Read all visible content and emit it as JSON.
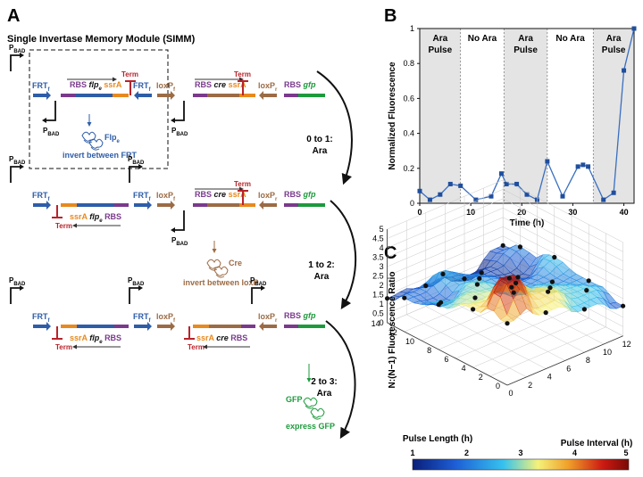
{
  "panel_labels": {
    "a": "A",
    "b": "B",
    "c": "C"
  },
  "panel_a": {
    "title": "Single Invertase Memory Module (SIMM)",
    "parts": {
      "pbad": "P",
      "pbad_sub": "BAD",
      "frt": "FRT",
      "frt_sub": "f",
      "loxp": "loxP",
      "sub_f": "f",
      "sub_r": "r",
      "rbs": "RBS",
      "flpe": "flp",
      "flpe_sub": "e",
      "cre": "cre",
      "ssra": "ssrA",
      "gfp": "gfp",
      "term": "Term"
    },
    "proteins": {
      "flp": "Flp",
      "flp_sub": "e",
      "flp_action": "invert between FRT",
      "cre": "Cre",
      "cre_action": "invert between loxP",
      "gfp": "GFP",
      "gfp_action": "express GFP"
    },
    "transitions": [
      {
        "label": "0 to 1:",
        "inducer": "Ara"
      },
      {
        "label": "1 to 2:",
        "inducer": "Ara"
      },
      {
        "label": "2 to 3:",
        "inducer": "Ara"
      }
    ],
    "colors": {
      "frt": "#2e5da8",
      "loxp": "#9b6b45",
      "rbs": "#7a3a8c",
      "ssra": "#e8891e",
      "term": "#b8232a",
      "gfp": "#1d9a3c",
      "arrow": "#444444"
    }
  },
  "panel_b": {
    "phases": [
      {
        "label": "Ara Pulse",
        "line1": "Ara",
        "line2": "Pulse",
        "shaded": true,
        "start": 0,
        "end": 8
      },
      {
        "label": "No Ara",
        "line1": "No Ara",
        "line2": "",
        "shaded": false,
        "start": 8,
        "end": 16.5
      },
      {
        "label": "Ara Pulse",
        "line1": "Ara",
        "line2": "Pulse",
        "shaded": true,
        "start": 16.5,
        "end": 25
      },
      {
        "label": "No Ara",
        "line1": "No Ara",
        "line2": "",
        "shaded": false,
        "start": 25,
        "end": 34
      },
      {
        "label": "Ara Pulse",
        "line1": "Ara",
        "line2": "Pulse",
        "shaded": true,
        "start": 34,
        "end": 42
      }
    ]
  },
  "chart_data": [
    {
      "type": "line",
      "xlabel": "Time (h)",
      "ylabel": "Normalized Fluorescence",
      "xlim": [
        0,
        42
      ],
      "ylim": [
        0,
        1
      ],
      "xticks": [
        "0",
        "10",
        "20",
        "30",
        "40"
      ],
      "xtick_values": [
        0,
        10,
        20,
        30,
        40
      ],
      "yticks": [
        "0",
        "0.2",
        "0.4",
        "0.6",
        "0.8",
        "1"
      ],
      "ytick_values": [
        0,
        0.2,
        0.4,
        0.6,
        0.8,
        1
      ],
      "series": [
        {
          "x": [
            0,
            2,
            4,
            6,
            8,
            11,
            14,
            16,
            17,
            19,
            21,
            23,
            25,
            28,
            31,
            32,
            33,
            36,
            38,
            40,
            42
          ],
          "y": [
            0.07,
            0.02,
            0.05,
            0.11,
            0.1,
            0.02,
            0.04,
            0.17,
            0.11,
            0.11,
            0.05,
            0.02,
            0.24,
            0.04,
            0.21,
            0.22,
            0.21,
            0.02,
            0.06,
            0.76,
            1.0
          ]
        }
      ],
      "marker_color": "#1f4e9e",
      "line_color": "#3a6fc0",
      "legend": "none"
    },
    {
      "type": "surface",
      "xlabel": "Pulse Length (h)",
      "ylabel": "Pulse Interval (h)",
      "zlabel": "N:(N−1) Fluorescence Ratio",
      "xticks": [
        "0",
        "2",
        "4",
        "6",
        "8",
        "10",
        "12",
        "14"
      ],
      "yticks": [
        "0",
        "2",
        "4",
        "6",
        "8",
        "10",
        "12"
      ],
      "zticks": [
        "0",
        "0.5",
        "1",
        "1.5",
        "2",
        "2.5",
        "3",
        "3.5",
        "4",
        "4.5",
        "5"
      ],
      "xlim": [
        0,
        14
      ],
      "ylim": [
        0,
        12
      ],
      "zlim": [
        0,
        5
      ],
      "colorbar_ticks": [
        "1",
        "2",
        "3",
        "4",
        "5"
      ],
      "colorbar_range": [
        1,
        5
      ],
      "colormap": [
        "#0a1e7a",
        "#1d5fd6",
        "#36c2ee",
        "#f5f27a",
        "#f0a02a",
        "#cc1a12",
        "#7a0a06"
      ],
      "points": [
        [
          14,
          0,
          1.3
        ],
        [
          14,
          4,
          1.1
        ],
        [
          14,
          8,
          0.6
        ],
        [
          14,
          12,
          1.5
        ],
        [
          12,
          0,
          1.8
        ],
        [
          12,
          4,
          2.2
        ],
        [
          12,
          8,
          1.4
        ],
        [
          12,
          12,
          1.9
        ],
        [
          10,
          2,
          1.6
        ],
        [
          10,
          6,
          2.0
        ],
        [
          10,
          10,
          1.2
        ],
        [
          8,
          0,
          2.4
        ],
        [
          8,
          4,
          2.6
        ],
        [
          8,
          8,
          1.8
        ],
        [
          8,
          12,
          2.3
        ],
        [
          6,
          2,
          2.8
        ],
        [
          6,
          6,
          2.2
        ],
        [
          6,
          10,
          1.9
        ],
        [
          4,
          0,
          3.1
        ],
        [
          4,
          4,
          3.4
        ],
        [
          4,
          8,
          2.5
        ],
        [
          4,
          12,
          2.0
        ],
        [
          2,
          2,
          4.8
        ],
        [
          2,
          6,
          3.2
        ],
        [
          2,
          10,
          2.4
        ],
        [
          0,
          0,
          3.3
        ],
        [
          0,
          4,
          3.0
        ],
        [
          0,
          8,
          2.3
        ],
        [
          0,
          12,
          1.6
        ]
      ]
    }
  ]
}
